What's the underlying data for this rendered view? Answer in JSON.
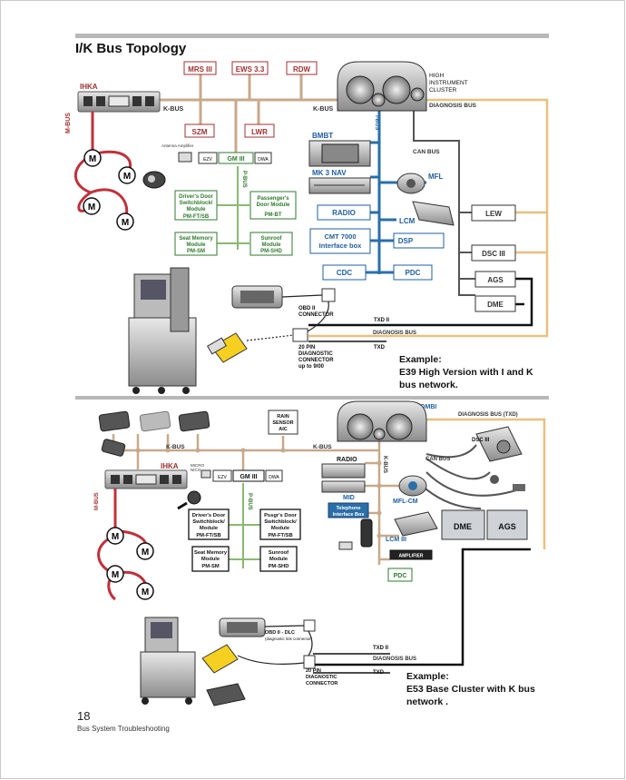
{
  "page": {
    "title": "I/K Bus Topology",
    "page_number": "18",
    "footer_text": "Bus System Troubleshooting"
  },
  "colors": {
    "k_bus": "#c8a98a",
    "i_bus": "#2a6fa8",
    "diag_bus": "#e8c080",
    "can_bus": "#555555",
    "m_bus": "#c0303a",
    "p_bus": "#8ab870",
    "module_green": "#2f7a2f",
    "module_blue": "#1f5fa0",
    "module_red": "#a03030"
  },
  "top": {
    "modules": {
      "mrs": "MRS III",
      "ews": "EWS 3.3",
      "rdw": "RDW",
      "szm": "SZM",
      "lwr": "LWR",
      "ihka": "IHKA",
      "cluster": "HIGH INSTRUMENT CLUSTER",
      "bmbt": "BMBT",
      "mk3nav": "MK 3 NAV",
      "radio": "RADIO",
      "lcm": "LCM",
      "cmt": "CMT 7000 Interface box",
      "dsp": "DSP",
      "cdc": "CDC",
      "pdc": "PDC",
      "mfl": "MFL",
      "lew": "LEW",
      "dsc": "DSC III",
      "ags": "AGS",
      "dme": "DME",
      "gm": "GM III",
      "ezv": "EZV",
      "dwa": "DWA",
      "antenna": "Antenna Amplifier",
      "driver_door": "Driver's Door Switchblock/ Module",
      "driver_door_code": "PM-FT/SB",
      "pass_door": "Passenger's Door Module",
      "pass_door_code": "PM-BT",
      "seat_mem": "Seat Memory Module",
      "seat_mem_code": "PM-SM",
      "sunroof": "Sunroof Module",
      "sunroof_code": "PM-SHD"
    },
    "bus_labels": {
      "k_bus_left": "K-BUS",
      "k_bus_right": "K-BUS",
      "m_bus": "M-BUS",
      "p_bus": "P-BUS",
      "i_bus": "I-BUS",
      "diag": "DIAGNOSIS BUS",
      "can": "CAN BUS",
      "txd2": "TXD II",
      "diag_lower": "DIAGNOSIS BUS",
      "txd": "TXD"
    },
    "connectors": {
      "obd": "OBD II CONNECTOR",
      "pin20": "20 PIN DIAGNOSTIC CONNECTOR up to 9/00"
    },
    "motor_label": "M",
    "example": {
      "heading": "Example:",
      "line1": "E39 High Version with I and K",
      "line2": "bus network."
    }
  },
  "bottom": {
    "modules": {
      "kombi": "KOMBI",
      "rain": "RAIN SENSOR AIC",
      "ihka": "IHKA",
      "gm": "GM III",
      "ezv": "EZV",
      "dwa": "DWA",
      "micro": "MICRO NICO",
      "radio": "RADIO",
      "mid": "MID",
      "mfl": "MFL-CM",
      "tel": "Telephone Interface Box",
      "lcm": "LCM III",
      "amp": "AMPLIFIER",
      "pdc": "PDC",
      "dsc": "DSC III",
      "dme": "DME",
      "ags": "AGS",
      "driver_door": "Driver's Door Switchblock/ Module",
      "driver_door_code": "PM-FT/SB",
      "pass_door": "Pssgr's Door Switchblock/ Module",
      "pass_door_code": "PM-FT/SB",
      "seat_mem": "Seat Memory Module",
      "seat_mem_code": "PM-SM",
      "sunroof": "Sunroof Module",
      "sunroof_code": "PM-SHD"
    },
    "bus_labels": {
      "k_bus_left": "K-BUS",
      "k_bus_right": "K-BUS",
      "k_bus_vert": "K-BUS",
      "m_bus": "M-BUS",
      "p_bus": "P-BUS",
      "diag_txd": "DIAGNOSIS BUS (TXD)",
      "can": "CAN BUS",
      "txd2": "TXD II",
      "diag_lower": "DIAGNOSIS BUS",
      "txd": "TXD"
    },
    "connectors": {
      "obd": "OBD II - DLC",
      "obd_sub": "(diagnostic link connector)",
      "pin20": "20 PIN DIAGNOSTIC CONNECTOR"
    },
    "example": {
      "heading": "Example:",
      "line1": "E53 Base Cluster with K bus",
      "line2": "network ."
    }
  }
}
